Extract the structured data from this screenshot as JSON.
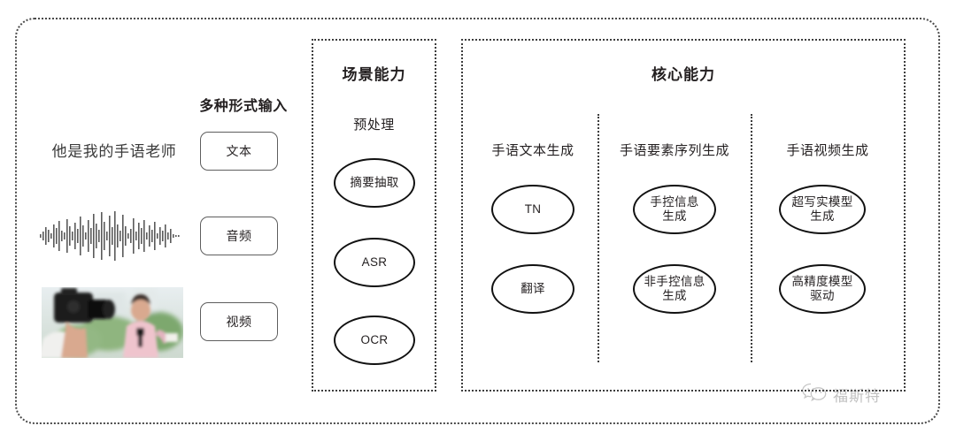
{
  "diagram": {
    "input_section": {
      "heading": "多种形式输入",
      "sample_sentence": "他是我的手语老师",
      "modalities": [
        {
          "label": "文本",
          "icon": "text-sample"
        },
        {
          "label": "音频",
          "icon": "audio-waveform"
        },
        {
          "label": "视频",
          "icon": "video-thumbnail"
        }
      ]
    },
    "scene_panel": {
      "title": "场景能力",
      "group_label": "预处理",
      "nodes": [
        "摘要抽取",
        "ASR",
        "OCR"
      ]
    },
    "core_panel": {
      "title": "核心能力",
      "columns": [
        {
          "header": "手语文本生成",
          "nodes": [
            "TN",
            "翻译"
          ]
        },
        {
          "header": "手语要素序列生成",
          "nodes": [
            "手控信息\n生成",
            "非手控信息\n生成"
          ]
        },
        {
          "header": "手语视频生成",
          "nodes": [
            "超写实模型\n生成",
            "高精度模型\n驱动"
          ]
        }
      ]
    },
    "watermark": {
      "icon": "wechat-icon",
      "text": "福斯特"
    },
    "colors": {
      "text": "#231f20",
      "border_dotted": "#3d3d3d",
      "oval_stroke": "#111111",
      "box_stroke": "#5e5e5e",
      "background": "#ffffff"
    }
  }
}
